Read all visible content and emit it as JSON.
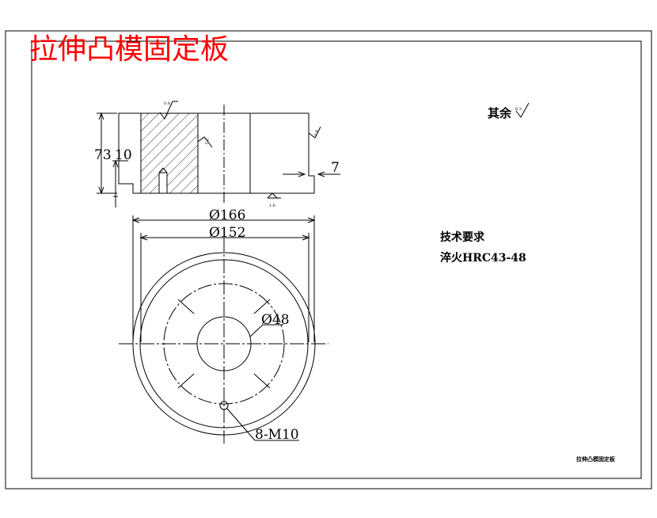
{
  "title": "拉伸凸模固定板",
  "colors": {
    "title": "#ff0000",
    "line": "#000000",
    "background": "#ffffff"
  },
  "roughness_default": {
    "label": "其余",
    "value": "6.3"
  },
  "roughness_marks": [
    "0.8",
    "1.6",
    "1.6",
    "1.6"
  ],
  "dimensions": {
    "height_total": "73",
    "step_height": "10",
    "step_width": "7",
    "outer_diameter": "Ø166",
    "inner_diameter": "Ø152",
    "bore_diameter": "Ø48",
    "thread_holes": "8-M10"
  },
  "technical_requirements": {
    "heading": "技术要求",
    "lines": [
      "淬火HRC43-48"
    ]
  },
  "title_block_name": "拉伸凸模固定板"
}
